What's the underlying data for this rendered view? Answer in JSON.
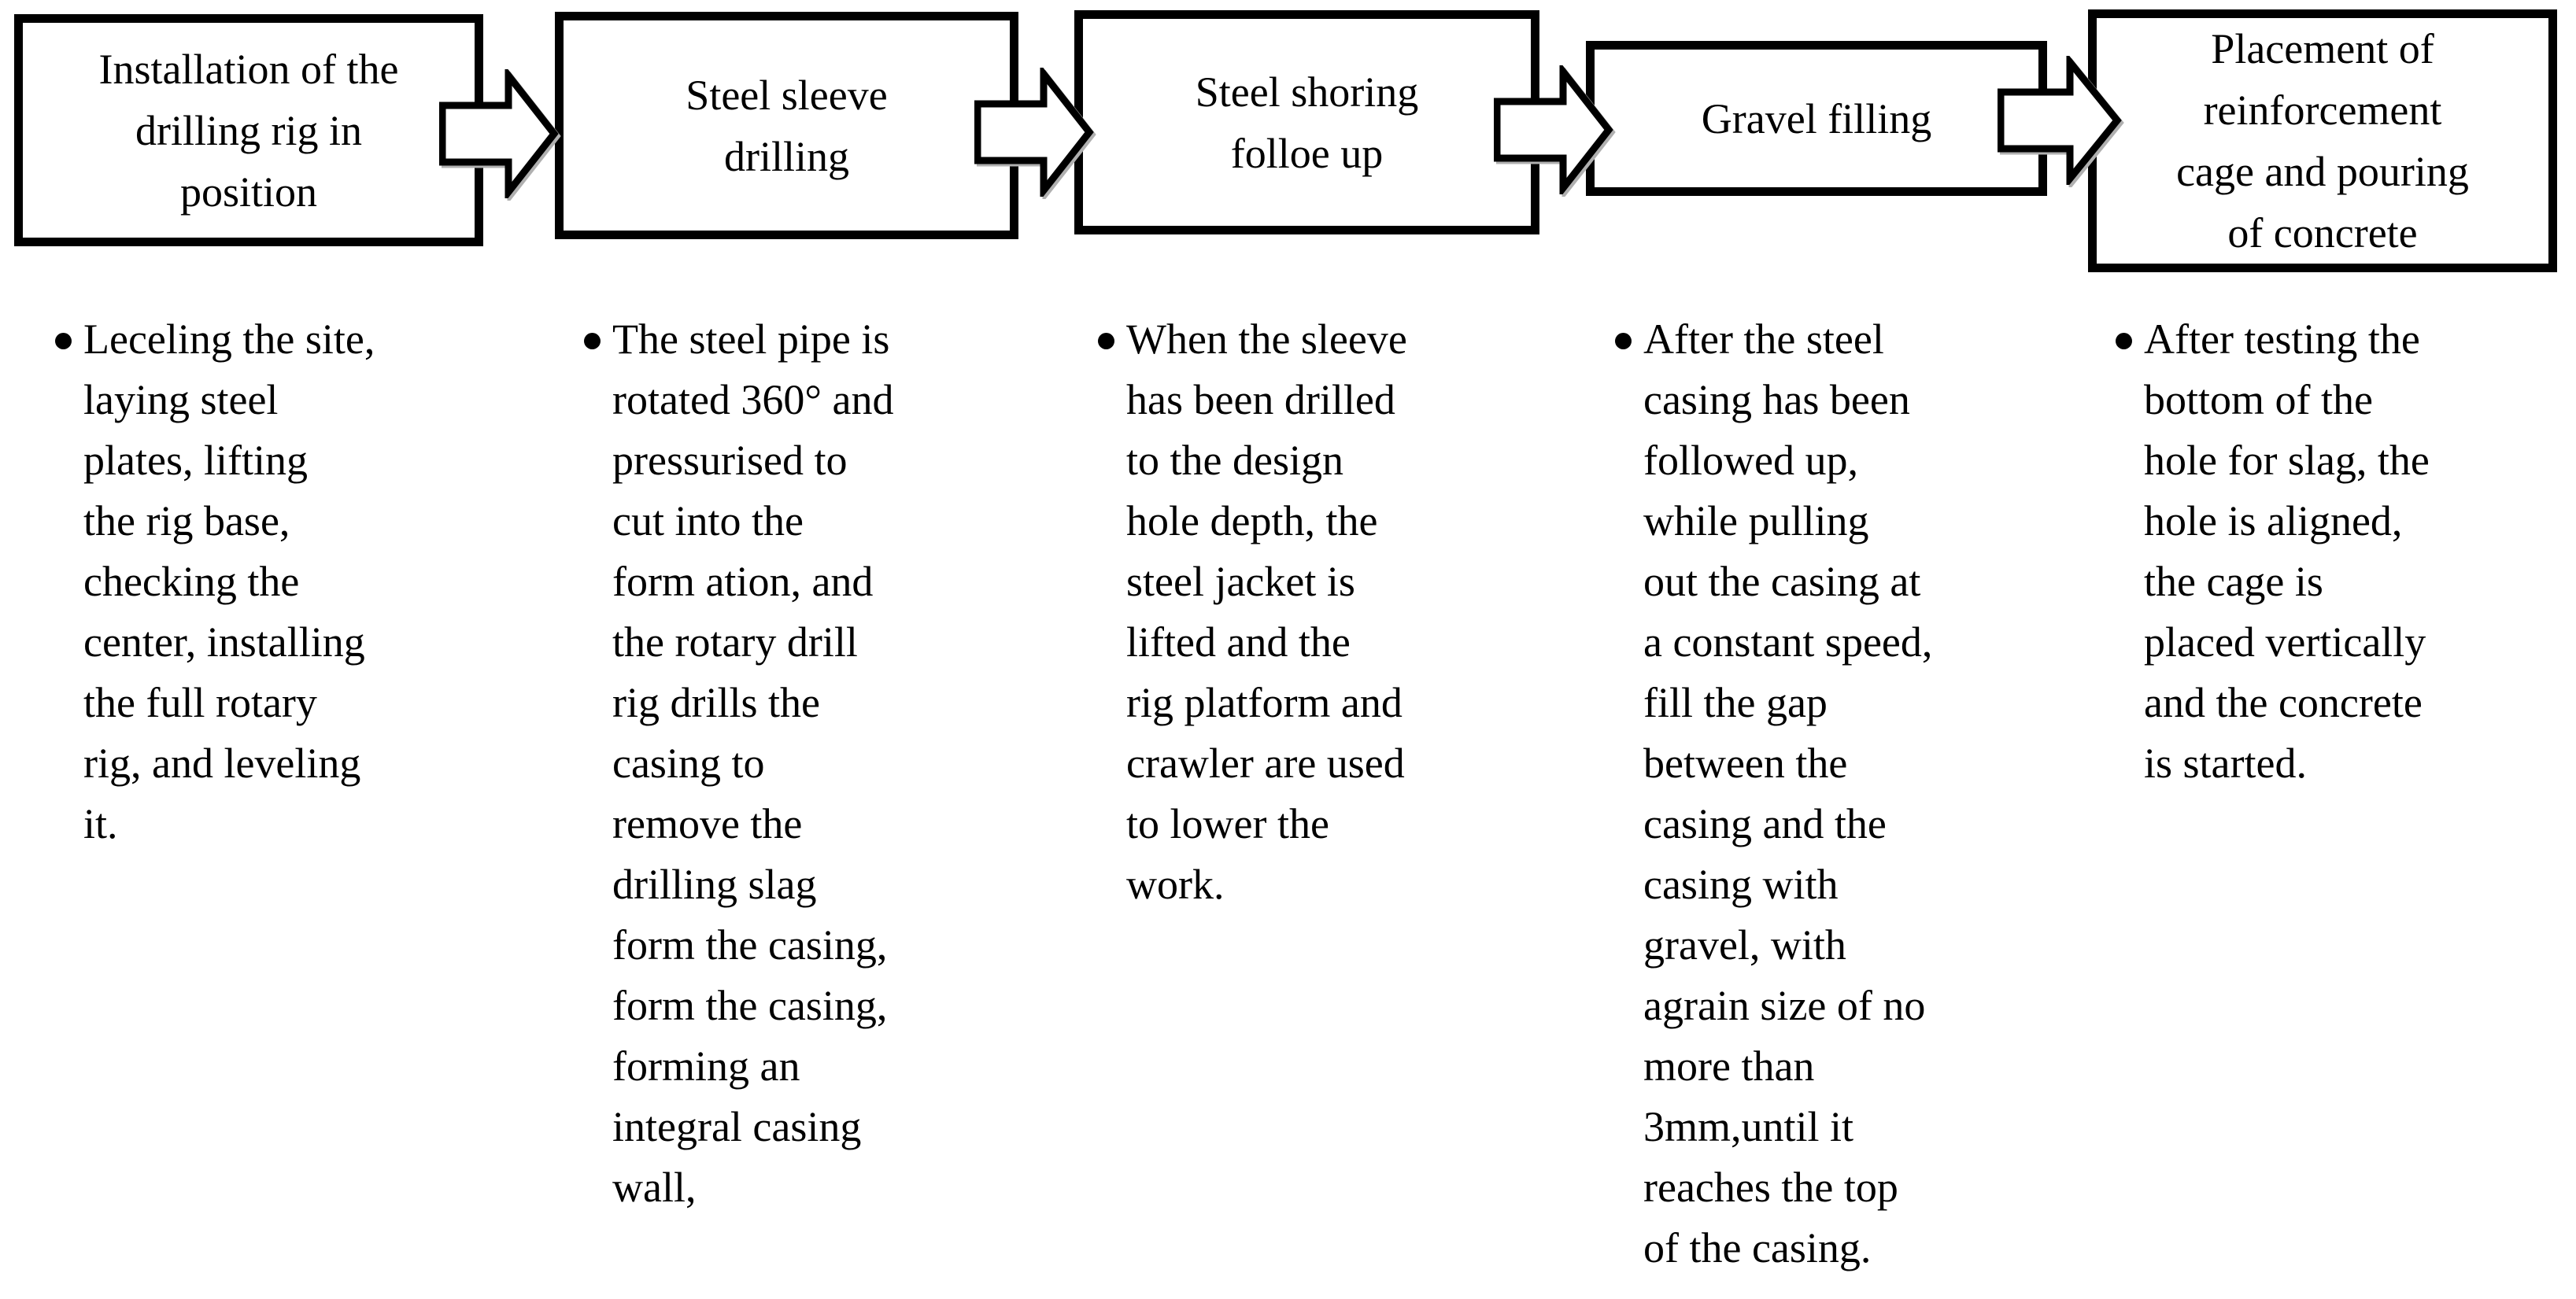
{
  "figure": {
    "type": "process-flowchart",
    "colors": {
      "border": "#000000",
      "background": "#ffffff",
      "text": "#000000",
      "arrow_fill": "#ffffff",
      "arrow_outline": "#000000"
    },
    "steps": [
      {
        "title": "Installation of the\ndrilling rig in\nposition",
        "detail": "Leceling the site,\nlaying steel\nplates, lifting\nthe rig base,\nchecking the\ncenter, installing\nthe full rotary\nrig, and leveling\nit."
      },
      {
        "title": "Steel sleeve\ndrilling",
        "detail": "The steel pipe is\nrotated 360° and\npressurised to\ncut into the\nform ation, and\nthe rotary drill\nrig drills the\ncasing to\nremove the\ndrilling slag\nform the casing,\nform the casing,\nforming an\nintegral casing\nwall,"
      },
      {
        "title": "Steel shoring\nfolloe up",
        "detail": "When the sleeve\nhas been drilled\nto the design\nhole depth, the\nsteel jacket is\nlifted and the\nrig platform and\ncrawler are used\nto lower the\nwork."
      },
      {
        "title": "Gravel filling",
        "detail": "After the steel\ncasing has been\nfollowed up,\nwhile pulling\nout the casing at\na constant speed,\nfill the gap\nbetween the\ncasing and the\ncasing with\ngravel, with\nagrain size of no\nmore than\n3mm,until it\nreaches the top\nof the casing."
      },
      {
        "title": "Placement of\nreinforcement\ncage and pouring\nof concrete",
        "detail": "After testing the\nbottom of the\nhole for slag, the\nhole is aligned,\nthe cage is\nplaced vertically\nand the concrete\nis started."
      }
    ]
  }
}
